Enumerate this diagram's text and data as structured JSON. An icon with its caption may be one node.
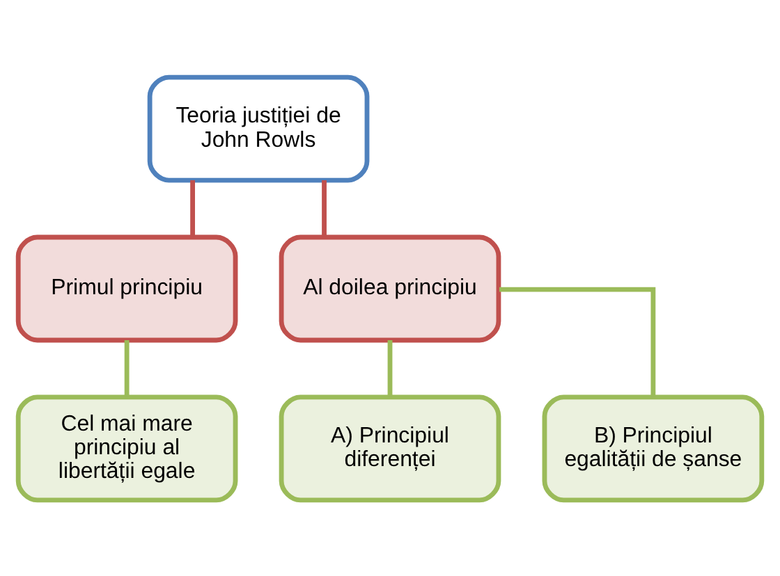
{
  "diagram": {
    "nodes": [
      {
        "text": [
          "Teoria justiției de John Rowls"
        ]
      },
      {
        "text": [
          "Primul principiu"
        ]
      },
      {
        "text": [
          "Al doilea principiu"
        ]
      },
      {
        "text": [
          "Cel mai mare principiu al libertății egale"
        ]
      },
      {
        "text": [
          "A) Principiul diferenței"
        ]
      },
      {
        "text": [
          "B) Principiul egalității de șanse"
        ]
      }
    ],
    "edges": [
      {
        "from": 0,
        "to": 1,
        "arrow": "none",
        "color": "#c0504d"
      },
      {
        "from": 0,
        "to": 2,
        "arrow": "none",
        "color": "#c0504d"
      },
      {
        "from": 1,
        "to": 3,
        "arrow": "none"
      },
      {
        "from": 2,
        "to": 4,
        "arrow": "none"
      },
      {
        "from": 2,
        "to": 5,
        "arrow": "none"
      }
    ]
  }
}
